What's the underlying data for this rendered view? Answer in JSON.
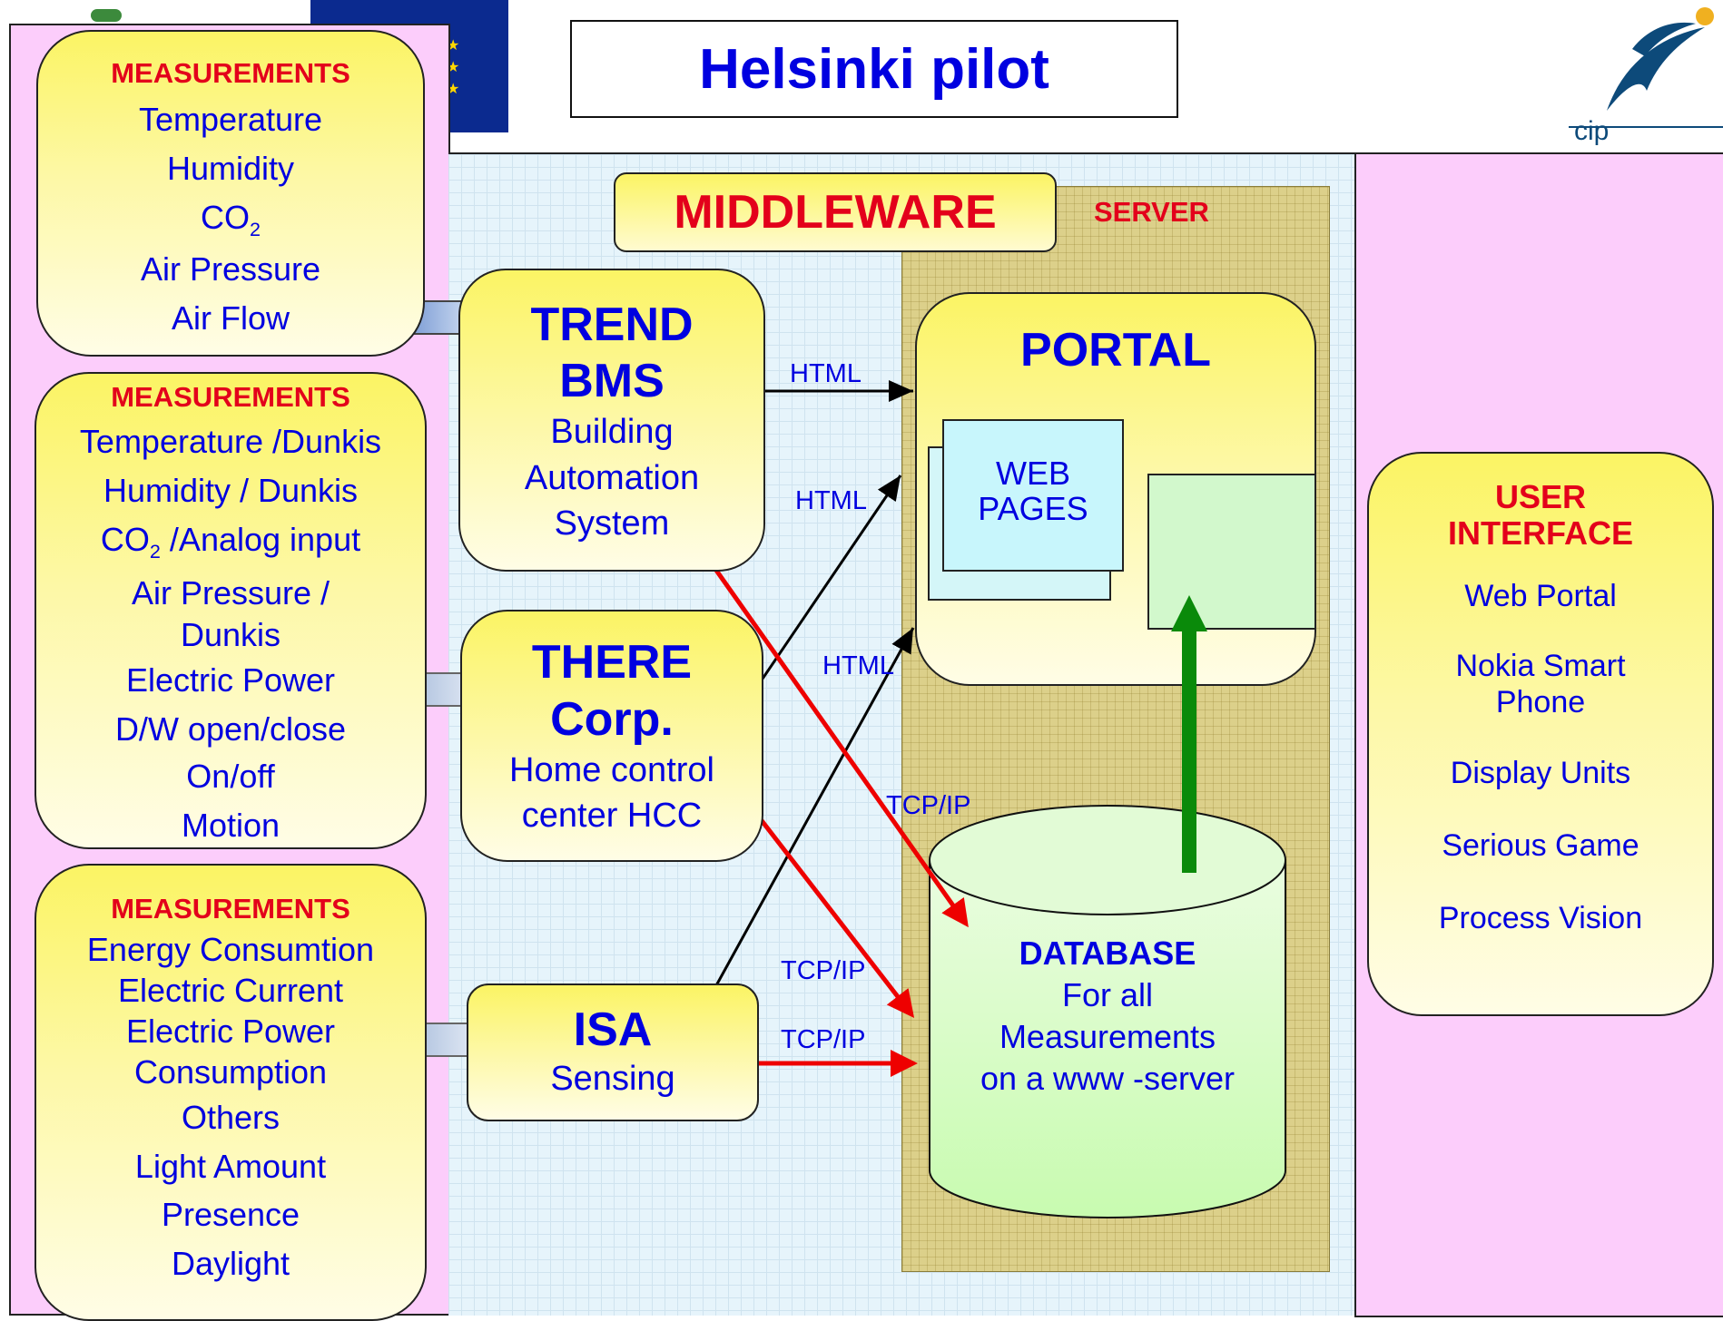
{
  "title": "Helsinki pilot",
  "logo": {
    "text": "cip"
  },
  "measurements": [
    {
      "heading": "MEASUREMENTS",
      "items": [
        "Temperature",
        "Humidity",
        "CO2",
        "Air Pressure",
        "Air Flow"
      ]
    },
    {
      "heading": "MEASUREMENTS",
      "items": [
        "Temperature /Dunkis",
        "Humidity / Dunkis",
        "CO2 /Analog input",
        "Air Pressure / Dunkis",
        "Electric Power",
        "D/W open/close",
        "On/off",
        "Motion"
      ]
    },
    {
      "heading": "MEASUREMENTS",
      "items": [
        "Energy Consumtion",
        "Electric Current",
        "Electric Power",
        "Consumption",
        "Others",
        "Light Amount",
        "Presence",
        "Daylight"
      ]
    }
  ],
  "middleware": {
    "label": "MIDDLEWARE"
  },
  "server": {
    "label": "SERVER"
  },
  "trend": {
    "title_line1": "TREND",
    "title_line2": "BMS",
    "sub_line1": "Building",
    "sub_line2": "Automation",
    "sub_line3": "System"
  },
  "there": {
    "title_line1": "THERE",
    "title_line2": "Corp.",
    "sub_line1": "Home control",
    "sub_line2": "center HCC"
  },
  "isa": {
    "title": "ISA",
    "sub": "Sensing"
  },
  "portal": {
    "title": "PORTAL",
    "web_pages_line1": "WEB",
    "web_pages_line2": "PAGES"
  },
  "database": {
    "title": "DATABASE",
    "line1": "For all",
    "line2": "Measurements",
    "line3": "on a www -server"
  },
  "connections": {
    "html1": "HTML",
    "html2": "HTML",
    "html3": "HTML",
    "tcp1": "TCP/IP",
    "tcp2": "TCP/IP",
    "tcp3": "TCP/IP"
  },
  "user_interface": {
    "heading_line1": "USER",
    "heading_line2": "INTERFACE",
    "items": [
      "Web Portal",
      "Nokia Smart Phone",
      "Display Units",
      "Serious Game",
      "Process Vision"
    ]
  },
  "colors": {
    "text_blue": "#0000e0",
    "heading_red": "#e3001b",
    "pink": "#fccdfb",
    "server": "#dcd08a",
    "arrow_red": "#ee0000",
    "arrow_green": "#0a8a0a"
  }
}
